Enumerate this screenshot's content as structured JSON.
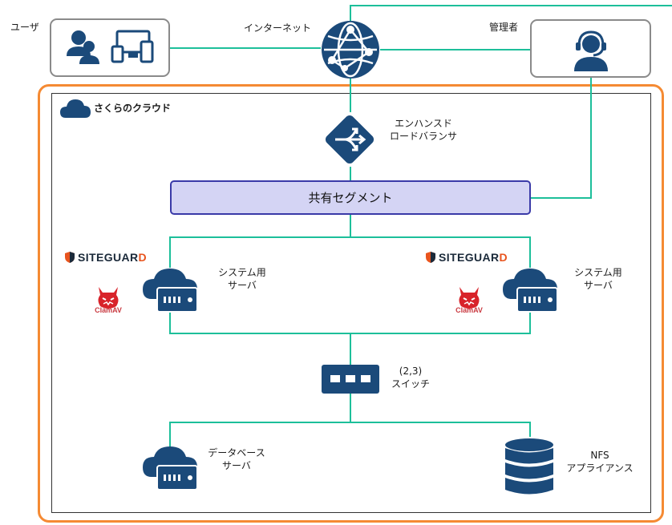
{
  "colors": {
    "link": "#1dbf9a",
    "icon": "#1b4a7a",
    "frame": "#f58a33",
    "segment_fill": "#d4d4f4",
    "segment_border": "#3a3aa8"
  },
  "labels": {
    "user": "ユーザ",
    "internet": "インターネット",
    "admin": "管理者",
    "cloud": "さくらのクラウド",
    "lb_line1": "エンハンスド",
    "lb_line2": "ロードバランサ",
    "segment": "共有セグメント",
    "sys_server_line1": "システム用",
    "sys_server_line2": "サーバ",
    "switch_line1": "(2,3)",
    "switch_line2": "スイッチ",
    "db_line1": "データベース",
    "db_line2": "サーバ",
    "nfs_line1": "NFS",
    "nfs_line2": "アプライアンス"
  },
  "logos": {
    "siteguard_main": "SITEGUAR",
    "siteguard_last": "D",
    "clamav": "ClamAV"
  },
  "icons": [
    "user-group-icon",
    "devices-icon",
    "globe-icon",
    "operator-icon",
    "cloud-icon",
    "load-balancer-icon",
    "server-icon",
    "switch-icon",
    "database-icon",
    "clamav-icon",
    "siteguard-logo"
  ]
}
